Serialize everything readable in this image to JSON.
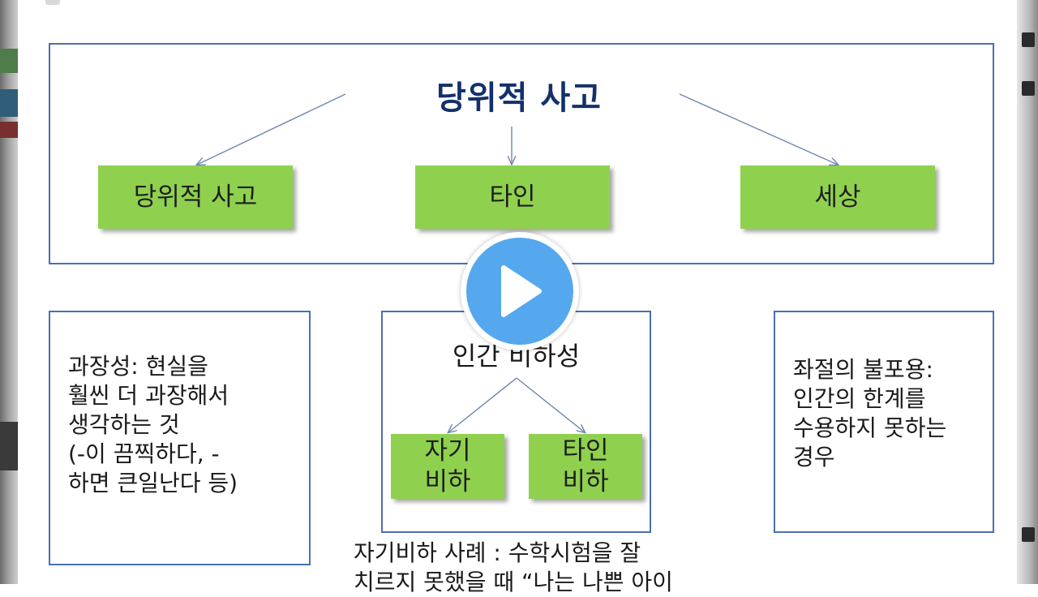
{
  "slide": {
    "title": "당위적 사고",
    "targets": [
      "당위적 사고",
      "타인",
      "세상"
    ]
  },
  "left_box": {
    "text": "과장성: 현실을\n훨씬 더 과장해서\n생각하는 것\n(-이 끔찍하다, -\n하면 큰일난다 등)"
  },
  "middle_box": {
    "title": "인간 비하성",
    "items": [
      "자기\n비하",
      "타인\n비하"
    ]
  },
  "right_box": {
    "text": "좌절의 불포용:\n인간의 한계를\n수용하지 못하는\n경우"
  },
  "bottom_note": {
    "line1": "자기비하 사례 : 수학시험을 잘",
    "line2": "치르지 못했을 때 “나는 나쁜 아이"
  },
  "player": {
    "icon": "play-icon",
    "accent": "#55a8ee"
  },
  "colors": {
    "frame": "#4a6fb3",
    "title": "#14306b",
    "green": "#8fd14f"
  }
}
